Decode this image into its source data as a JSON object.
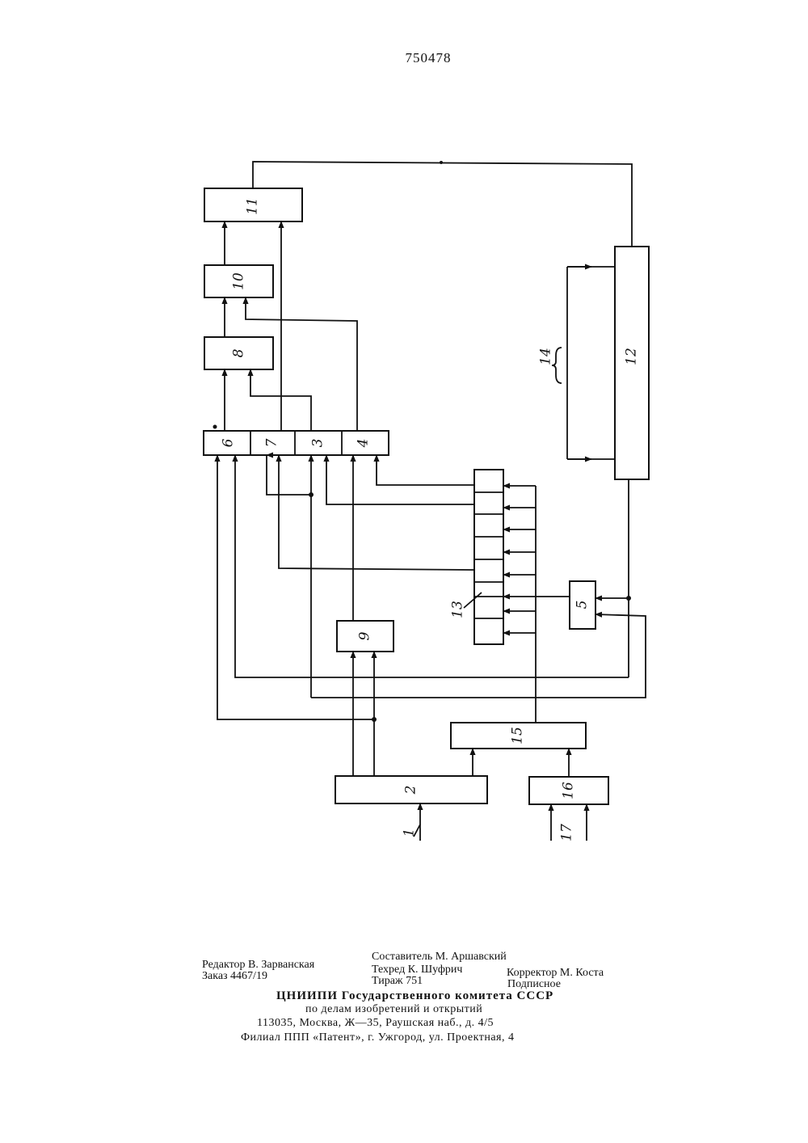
{
  "patent_number": "750478",
  "blocks": {
    "b1": "1",
    "b2": "2",
    "b3": "3",
    "b4": "4",
    "b5": "5",
    "b6": "6",
    "b7": "7",
    "b8": "8",
    "b9": "9",
    "b10": "10",
    "b11": "11",
    "b12": "12",
    "b13": "13",
    "b14": "14",
    "b15": "15",
    "b16": "16",
    "b17": "17"
  },
  "footer": {
    "editor": "Редактор В. Зарванская",
    "order": "Заказ 4467/19",
    "compiler": "Составитель М. Аршавский",
    "tech_editor": "Техред К. Шуфрич",
    "circulation": "Тираж 751",
    "proofreader": "Корректор М. Коста",
    "subscription": "Подписное",
    "org_line1": "ЦНИИПИ Государственного комитета СССР",
    "org_line2": "по делам изобретений и открытий",
    "org_address": "113035, Москва, Ж—35, Раушская наб., д. 4/5",
    "branch": "Филиал ППП «Патент», г. Ужгород, ул. Проектная, 4"
  }
}
